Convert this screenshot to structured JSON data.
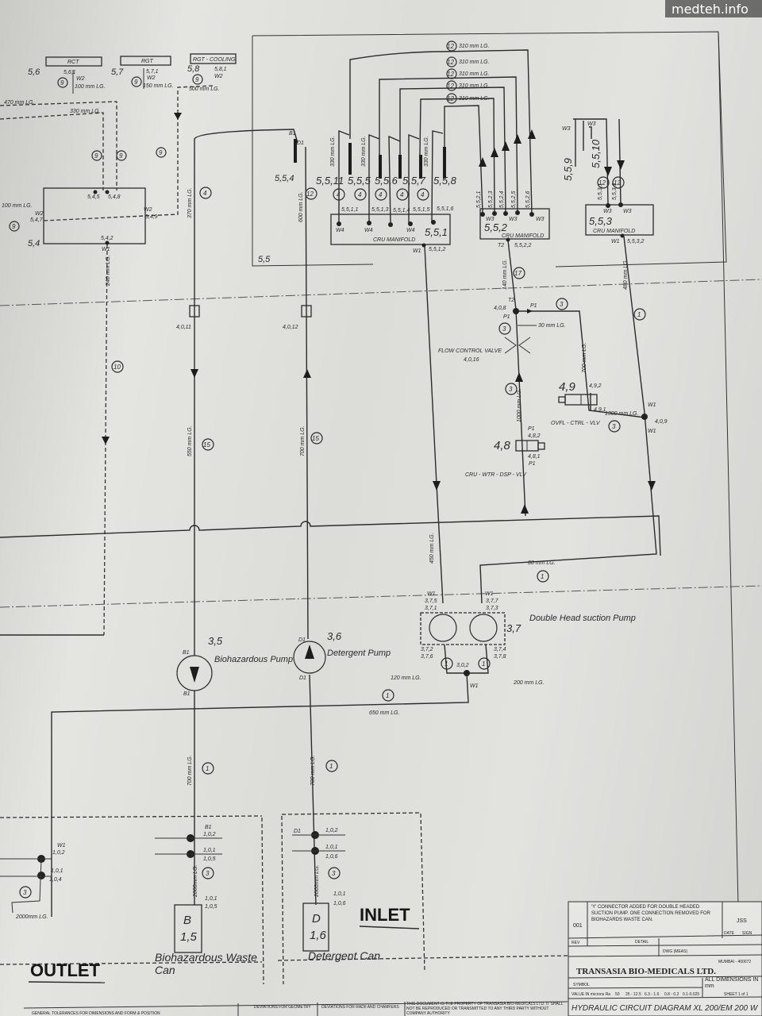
{
  "drawing_title": "HYDRAULIC CIRCUIT DIAGRAM XL 200/EM 200 W",
  "company": "TRANSASIA BIO-MEDICALS LTD.",
  "company_address": "MUMBAI - 400072",
  "watermark": "medteh.info",
  "revision": {
    "number": "001",
    "text": "'Y' CONNECTOR ADDED FOR DOUBLE HEADED SUCTION PUMP. ONE CONNECTION REMOVED FOR BIOHAZARDS WASTE CAN.",
    "sign": "JSS",
    "rev_label": "REV",
    "detail_label": "DETAIL",
    "date_label": "DATE",
    "sign_label": "SIGN",
    "dwg_label": "DWG (MEAS)"
  },
  "tolerance": {
    "symbol_label": "SYMBOL",
    "value_label": "VALUE IN microns Ra",
    "values": [
      "50",
      "25 - 12.5",
      "6.3 - 1.6",
      "0.8 - 0.2",
      "0.1-0.025"
    ],
    "all_dims": "ALL DIMENSIONS IN mm",
    "sheet": "SHEET 1 of 1"
  },
  "footer": {
    "deviations_geometry": "DEVIATIONS FOR GEOMETRY",
    "deviations_radii": "DEVIATIONS FOR RADII AND CHAMFERS",
    "property": "THIS DOCUMENT IS THE PROPERTY OF TRANSASIA BIO-MEDICALS LTD. IT SHALL NOT BE REPRODUCED OR TRANSMITTED TO ANY THIRD PARTY WITHOUT COMPANY AUTHORITY",
    "general": "GENERAL TOLERANCES FOR DIMENSIONS AND FORM & POSITION"
  },
  "reagents": [
    {
      "id": "5,6",
      "name": "RCT",
      "port": "5,6,1",
      "w": "W2",
      "tube": "9",
      "length": "100 mm LG."
    },
    {
      "id": "5,7",
      "name": "RGT",
      "port": "5,7,1",
      "w": "W2",
      "tube": "9",
      "length": "150 mm LG."
    },
    {
      "id": "5,8",
      "name": "RGT - COOLING",
      "port": "5,8,1",
      "w": "W2",
      "tube": "9",
      "length": "500 mm LG."
    }
  ],
  "manifold_54": {
    "id": "5,4",
    "ports": [
      "5,4,5",
      "5,4,8",
      "5,4,7",
      "5,4,9",
      "5,4,2"
    ],
    "w": [
      "W2",
      "W2",
      "W1"
    ],
    "lines": [
      "470 mm LG.",
      "330 mm LG.",
      "100 mm LG.",
      "240 mm LG."
    ],
    "tubes": [
      "9",
      "9",
      "9",
      "9",
      "10"
    ]
  },
  "probes": [
    {
      "id": "5,5,4",
      "b": "B1",
      "d": "D1",
      "tube_b": "4",
      "len_b": "370 mm LG.",
      "tube_d": "12",
      "len_d": "600 mm LG."
    }
  ],
  "cru": {
    "group": "5,5",
    "manifold_label": "CRU MANIFOLD",
    "m1": {
      "id": "5,5,1",
      "ports": [
        "5,5,1,1",
        "5,5,1,3",
        "5,5,1,4",
        "5,5,1,5",
        "5,5,1,6",
        "5,5,1,2"
      ],
      "w": "W4",
      "out": "W1"
    },
    "m2": {
      "id": "5,5,2",
      "ports": [
        "5,5,2,1",
        "5,5,2,3",
        "5,5,2,4",
        "5,5,2,5",
        "5,5,2,6",
        "5,5,2,2"
      ],
      "w": "W3",
      "t": "T2",
      "len": "140 mm LG.",
      "tube": "17"
    },
    "m3": {
      "id": "5,5,3",
      "ports": [
        "5,5,3,1",
        "5,5,3,3",
        "5,5,3,2"
      ],
      "w": "W3",
      "out": "W1",
      "len": "480 mm LG.",
      "tube": "1"
    },
    "stations": [
      "5,5,11",
      "5,5,5",
      "5,5,6",
      "5,5,7",
      "5,5,8",
      "5,5,9",
      "5,5,10"
    ],
    "tube4": "4",
    "tube12": "12",
    "len_330": "330 mm LG.",
    "len_310": "310 mm LG."
  },
  "connectors": {
    "b": "4,0,11",
    "d": "4,0,12"
  },
  "flow": {
    "valve_label": "FLOW CONTROL VALVE",
    "valve_id": "4,0,16",
    "tee": "4,0,8",
    "t2": "T2",
    "p1": "P1",
    "len30": "30 mm LG.",
    "len700": "700 mm LG.",
    "len1000": "1000 mm LG.",
    "len1300": "1300 mm LG.",
    "tube": "3"
  },
  "valve_48": {
    "id": "4,8",
    "name": "CRU - WTR - DSP - VLV",
    "ports": [
      "4,8,2",
      "4,8,1"
    ]
  },
  "valve_49": {
    "id": "4,9",
    "name": "OVFL - CTRL - VLV",
    "ports": [
      "4,9,2",
      "4,9,1"
    ],
    "junction": "4,0,9",
    "w": "W1"
  },
  "lines_mid": {
    "b_len": "550 mm LG.",
    "d_len": "700 mm LG.",
    "b_tube": "15",
    "d_tube": "15",
    "suction_len": "450 mm LG.",
    "right_len": "80 mm LG.",
    "right_tube": "1"
  },
  "pumps": [
    {
      "id": "3,5",
      "name": "Biohazardous Pump",
      "port": "B1"
    },
    {
      "id": "3,6",
      "name": "Detergent Pump",
      "port": "D1"
    },
    {
      "id": "3,7",
      "name": "Double Head suction Pump",
      "ports_in": [
        "3,7,5",
        "3,7,1",
        "3,7,7",
        "3,7,3"
      ],
      "ports_out": [
        "3,7,2",
        "3,7,6",
        "3,7,4",
        "3,7,8"
      ],
      "w": "W1",
      "y": "3,0,2",
      "len_a": "120 mm LG.",
      "len_b": "200 mm LG.",
      "len_c": "650 mm LG.",
      "tube": "1"
    }
  ],
  "bottom": {
    "outlet": "OUTLET",
    "inlet": "INLET",
    "waste_can": {
      "letter": "B",
      "id": "1,5",
      "name": "Biohazardous Waste Can",
      "ports": [
        "1,0,2",
        "1,0,1",
        "1,0,5"
      ],
      "len": "2000mm LG.",
      "len_pipe": "700 mm LG."
    },
    "det_can": {
      "letter": "D",
      "id": "1,6",
      "name": "Detergent Can",
      "ports": [
        "1,0,2",
        "1,0,1",
        "1,0,6"
      ],
      "len": "2000mm LG.",
      "len_pipe": "700 mm LG."
    },
    "outlet_ports": [
      "W1",
      "1,0,2",
      "1,0,1",
      "1,0,4"
    ],
    "outlet_len": "2000mm LG.",
    "tube3": "3",
    "tube1": "1"
  }
}
